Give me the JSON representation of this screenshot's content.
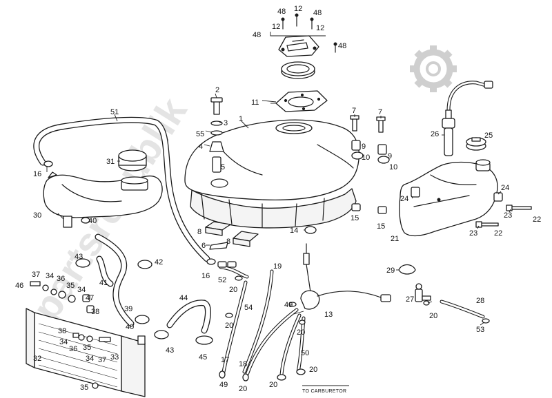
{
  "watermark": "partsrepublik",
  "note": "TO CARBURETOR",
  "callouts": [
    {
      "id": "c48a",
      "label": "48"
    },
    {
      "id": "c12a",
      "label": "12"
    },
    {
      "id": "c48b",
      "label": "48"
    },
    {
      "id": "c12b",
      "label": "12"
    },
    {
      "id": "c12c",
      "label": "12"
    },
    {
      "id": "c48c",
      "label": "48"
    },
    {
      "id": "c48d",
      "label": "48"
    },
    {
      "id": "c11",
      "label": "11"
    },
    {
      "id": "c2",
      "label": "2"
    },
    {
      "id": "c3",
      "label": "3"
    },
    {
      "id": "c55",
      "label": "55"
    },
    {
      "id": "c4",
      "label": "4"
    },
    {
      "id": "c5",
      "label": "5"
    },
    {
      "id": "c1",
      "label": "1"
    },
    {
      "id": "c51",
      "label": "51"
    },
    {
      "id": "c31",
      "label": "31"
    },
    {
      "id": "c16a",
      "label": "16"
    },
    {
      "id": "c30",
      "label": "30"
    },
    {
      "id": "c40a",
      "label": "40"
    },
    {
      "id": "c7a",
      "label": "7"
    },
    {
      "id": "c7b",
      "label": "7"
    },
    {
      "id": "c9a",
      "label": "9"
    },
    {
      "id": "c10a",
      "label": "10"
    },
    {
      "id": "c9b",
      "label": "9"
    },
    {
      "id": "c10b",
      "label": "10"
    },
    {
      "id": "c26",
      "label": "26"
    },
    {
      "id": "c25",
      "label": "25"
    },
    {
      "id": "c24a",
      "label": "24"
    },
    {
      "id": "c24b",
      "label": "24"
    },
    {
      "id": "c23a",
      "label": "23"
    },
    {
      "id": "c22a",
      "label": "22"
    },
    {
      "id": "c23b",
      "label": "23"
    },
    {
      "id": "c22b",
      "label": "22"
    },
    {
      "id": "c15a",
      "label": "15"
    },
    {
      "id": "c15b",
      "label": "15"
    },
    {
      "id": "c21",
      "label": "21"
    },
    {
      "id": "c14",
      "label": "14"
    },
    {
      "id": "c8a",
      "label": "8"
    },
    {
      "id": "c8b",
      "label": "8"
    },
    {
      "id": "c6",
      "label": "6"
    },
    {
      "id": "c43a",
      "label": "43"
    },
    {
      "id": "c42",
      "label": "42"
    },
    {
      "id": "c16b",
      "label": "16"
    },
    {
      "id": "c52",
      "label": "52"
    },
    {
      "id": "c20a",
      "label": "20"
    },
    {
      "id": "c19",
      "label": "19"
    },
    {
      "id": "c37a",
      "label": "37"
    },
    {
      "id": "c34a",
      "label": "34"
    },
    {
      "id": "c36a",
      "label": "36"
    },
    {
      "id": "c46",
      "label": "46"
    },
    {
      "id": "c35a",
      "label": "35"
    },
    {
      "id": "c34b",
      "label": "34"
    },
    {
      "id": "c47",
      "label": "47"
    },
    {
      "id": "c38a",
      "label": "38"
    },
    {
      "id": "c41",
      "label": "41"
    },
    {
      "id": "c39",
      "label": "39"
    },
    {
      "id": "c44",
      "label": "44"
    },
    {
      "id": "c40b",
      "label": "40"
    },
    {
      "id": "c43b",
      "label": "43"
    },
    {
      "id": "c45",
      "label": "45"
    },
    {
      "id": "c38b",
      "label": "38"
    },
    {
      "id": "c34c",
      "label": "34"
    },
    {
      "id": "c36b",
      "label": "36"
    },
    {
      "id": "c35b",
      "label": "35"
    },
    {
      "id": "c34d",
      "label": "34"
    },
    {
      "id": "c37b",
      "label": "37"
    },
    {
      "id": "c33",
      "label": "33"
    },
    {
      "id": "c32",
      "label": "32"
    },
    {
      "id": "c35c",
      "label": "35"
    },
    {
      "id": "c54",
      "label": "54"
    },
    {
      "id": "c20b",
      "label": "20"
    },
    {
      "id": "c49a",
      "label": "49"
    },
    {
      "id": "c13",
      "label": "13"
    },
    {
      "id": "c20c",
      "label": "20"
    },
    {
      "id": "c17",
      "label": "17"
    },
    {
      "id": "c49b",
      "label": "49"
    },
    {
      "id": "c18",
      "label": "18"
    },
    {
      "id": "c20d",
      "label": "20"
    },
    {
      "id": "c50",
      "label": "50"
    },
    {
      "id": "c20e",
      "label": "20"
    },
    {
      "id": "c20f",
      "label": "20"
    },
    {
      "id": "c29",
      "label": "29"
    },
    {
      "id": "c27",
      "label": "27"
    },
    {
      "id": "c20g",
      "label": "20"
    },
    {
      "id": "c28",
      "label": "28"
    },
    {
      "id": "c53",
      "label": "53"
    }
  ]
}
